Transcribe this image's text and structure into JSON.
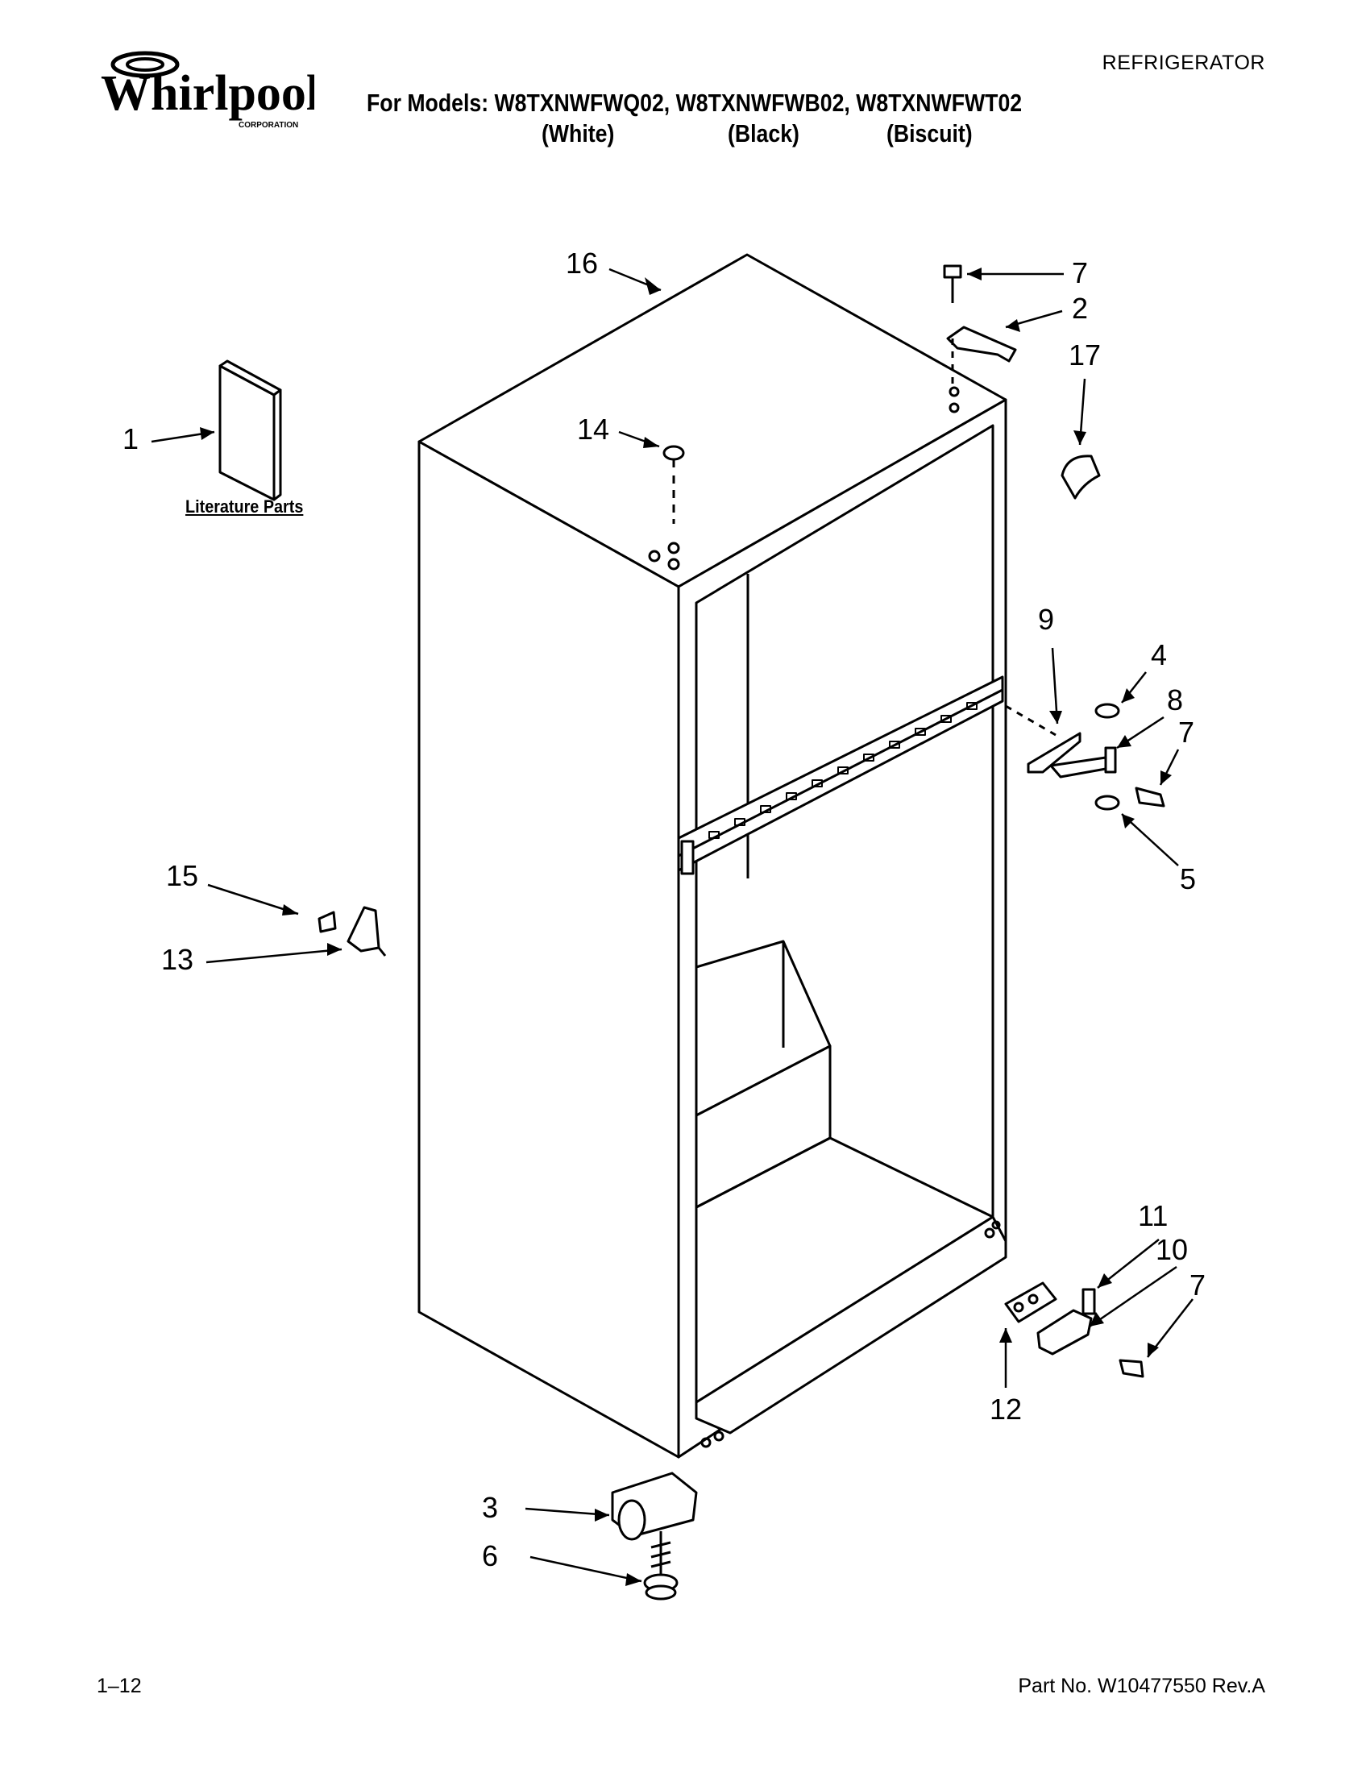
{
  "header": {
    "brand": "Whirlpool",
    "brand_sub": "CORPORATION",
    "doc_type": "REFRIGERATOR",
    "models_line": "For Models: W8TXNWFWQ02, W8TXNWFWB02, W8TXNWFWT02",
    "colors": [
      "(White)",
      "(Black)",
      "(Biscuit)"
    ]
  },
  "diagram": {
    "literature_label": "Literature Parts",
    "callouts": [
      "16",
      "7",
      "2",
      "17",
      "1",
      "14",
      "9",
      "4",
      "8",
      "7",
      "5",
      "15",
      "13",
      "11",
      "10",
      "7",
      "12",
      "3",
      "6"
    ]
  },
  "footer": {
    "page_number": "1–12",
    "part_number": "Part No. W10477550 Rev.A"
  }
}
